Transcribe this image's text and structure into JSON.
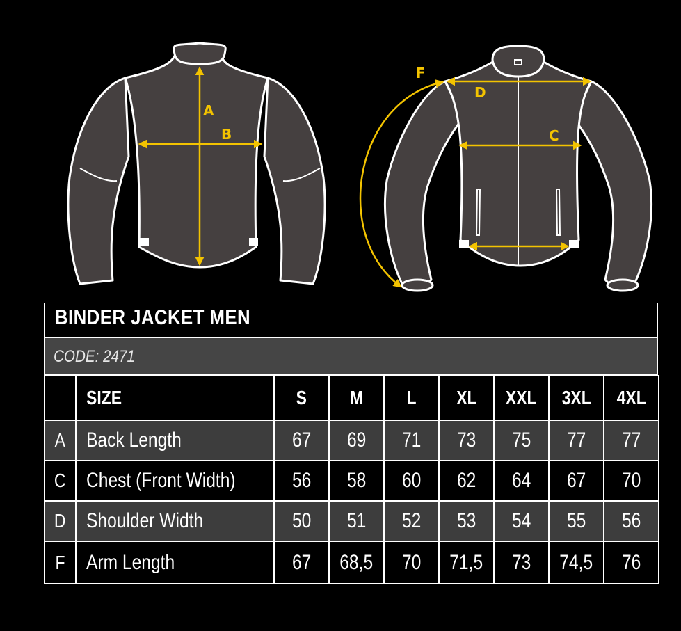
{
  "illustration": {
    "back_labels": [
      "A",
      "B"
    ],
    "front_labels": [
      "F",
      "D",
      "C"
    ],
    "accent_color": "#f3c300",
    "jacket_fill": "#454040"
  },
  "table": {
    "title": "BINDER JACKET MEN",
    "code": "CODE: 2471",
    "size_header": "SIZE",
    "sizes": [
      "S",
      "M",
      "L",
      "XL",
      "XXL",
      "3XL",
      "4XL"
    ],
    "rows": [
      {
        "code": "A",
        "name": "Back Length",
        "values": [
          "67",
          "69",
          "71",
          "73",
          "75",
          "77",
          "77"
        ]
      },
      {
        "code": "C",
        "name": "Chest (Front Width)",
        "values": [
          "56",
          "58",
          "60",
          "62",
          "64",
          "67",
          "70"
        ]
      },
      {
        "code": "D",
        "name": "Shoulder Width",
        "values": [
          "50",
          "51",
          "52",
          "53",
          "54",
          "55",
          "56"
        ]
      },
      {
        "code": "F",
        "name": "Arm Length",
        "values": [
          "67",
          "68,5",
          "70",
          "71,5",
          "73",
          "74,5",
          "76"
        ]
      }
    ]
  }
}
